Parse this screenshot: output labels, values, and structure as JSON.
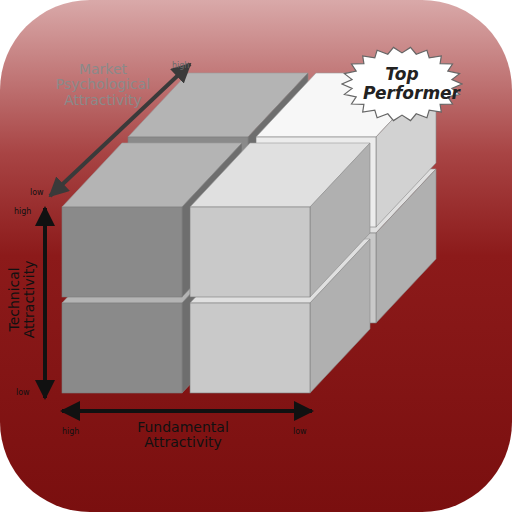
{
  "diagram": {
    "nodes": [
      {
        "text": [
          "Top Performer"
        ]
      }
    ],
    "labels": [
      "Market Psychological Attractivity",
      "high",
      "low",
      "high",
      "Technical Attractivity",
      "low",
      "high",
      "Fundamental Attractivity",
      "low"
    ]
  }
}
